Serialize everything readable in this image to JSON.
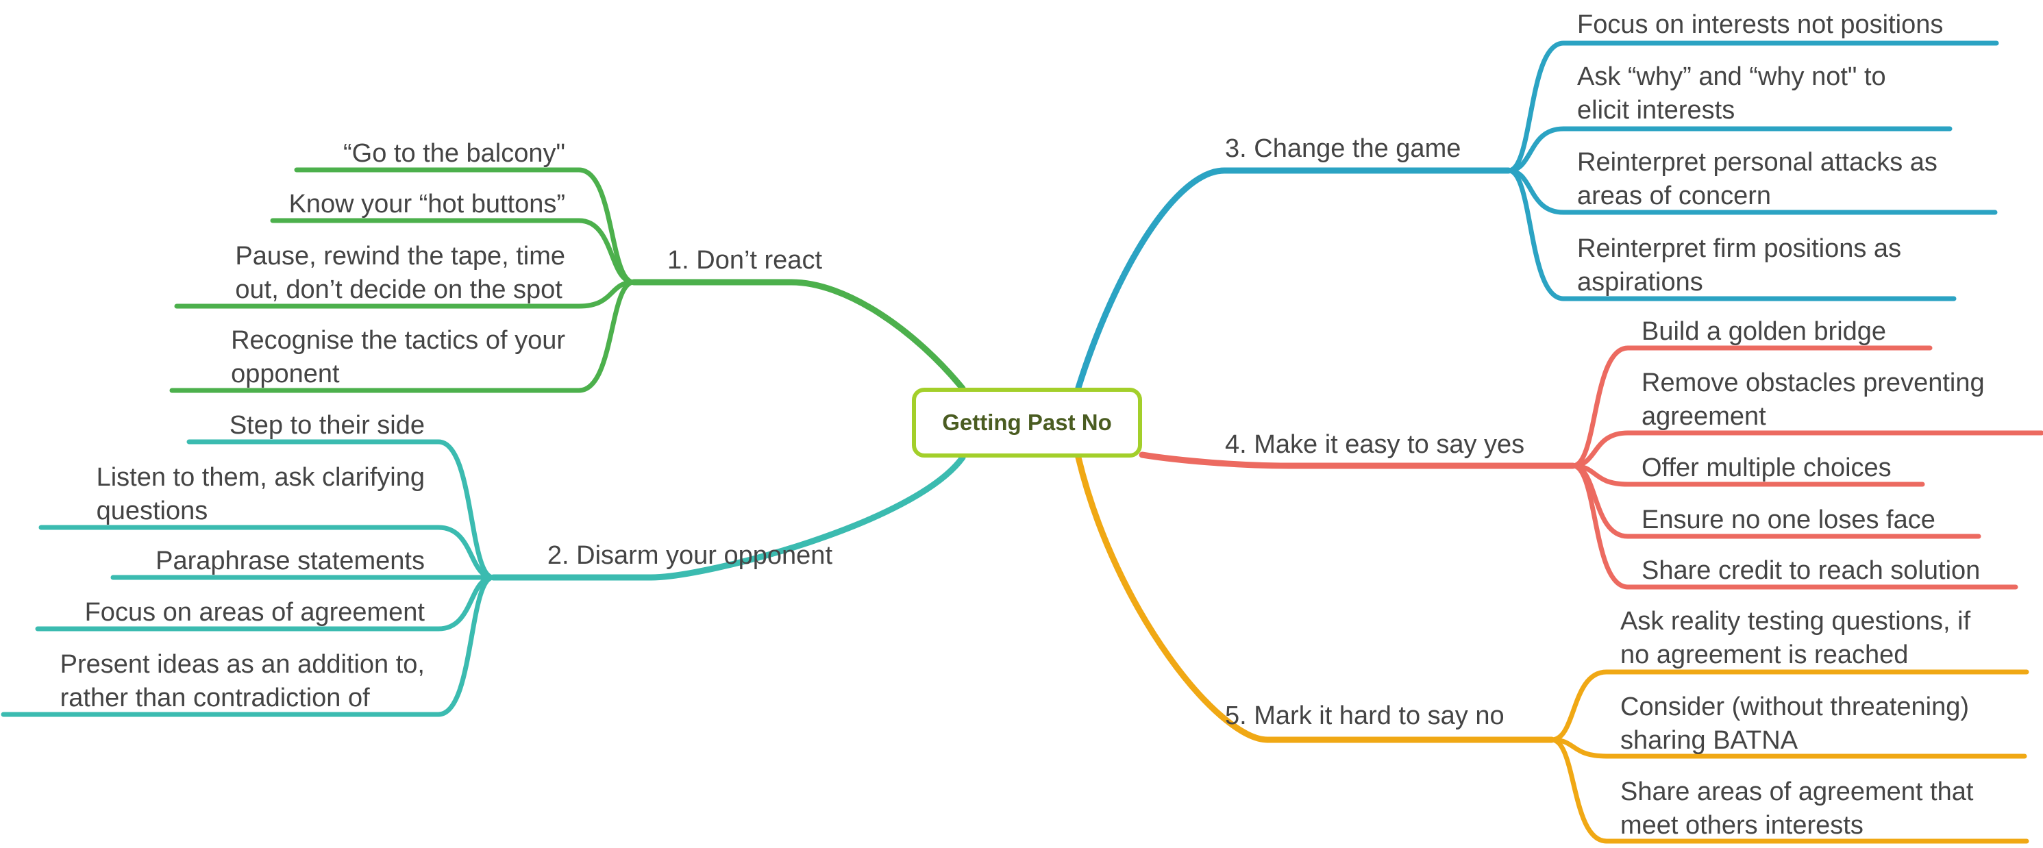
{
  "central": {
    "title": "Getting Past No",
    "border_color": "#a3cf2a",
    "text_color": "#4a5c21"
  },
  "branches": [
    {
      "label": "1. Don’t react",
      "color": "#4cb04c",
      "items": [
        {
          "lines": [
            "“Go to the balcony\""
          ]
        },
        {
          "lines": [
            "Know your “hot buttons”"
          ]
        },
        {
          "lines": [
            "Pause, rewind the tape, time",
            "out, don’t decide on the spot"
          ]
        },
        {
          "lines": [
            "Recognise the tactics of your",
            "opponent"
          ]
        }
      ]
    },
    {
      "label": "2. Disarm your opponent",
      "color": "#3bbbb0",
      "items": [
        {
          "lines": [
            "Step to their side"
          ]
        },
        {
          "lines": [
            "Listen to them, ask clarifying",
            "questions"
          ]
        },
        {
          "lines": [
            "Paraphrase statements"
          ]
        },
        {
          "lines": [
            "Focus on areas of agreement"
          ]
        },
        {
          "lines": [
            "Present ideas as an addition to,",
            "rather than contradiction of"
          ]
        }
      ]
    },
    {
      "label": "3. Change the game",
      "color": "#2ba3c3",
      "items": [
        {
          "lines": [
            "Focus on interests not positions"
          ]
        },
        {
          "lines": [
            "Ask “why” and “why not\" to",
            "elicit interests"
          ]
        },
        {
          "lines": [
            "Reinterpret personal attacks as",
            "areas of concern"
          ]
        },
        {
          "lines": [
            "Reinterpret firm positions as",
            "aspirations"
          ]
        }
      ]
    },
    {
      "label": "4. Make it easy to say yes",
      "color": "#ec6a60",
      "items": [
        {
          "lines": [
            "Build a golden bridge"
          ]
        },
        {
          "lines": [
            "Remove obstacles preventing",
            "agreement"
          ]
        },
        {
          "lines": [
            "Offer multiple choices"
          ]
        },
        {
          "lines": [
            "Ensure no one loses face"
          ]
        },
        {
          "lines": [
            "Share credit to reach solution"
          ]
        }
      ]
    },
    {
      "label": "5. Mark it hard to say no",
      "color": "#f0a814",
      "items": [
        {
          "lines": [
            "Ask reality testing questions, if",
            "no agreement is reached"
          ]
        },
        {
          "lines": [
            "Consider (without threatening)",
            "sharing BATNA"
          ]
        },
        {
          "lines": [
            "Share areas of agreement that",
            "meet others interests"
          ]
        }
      ]
    }
  ]
}
